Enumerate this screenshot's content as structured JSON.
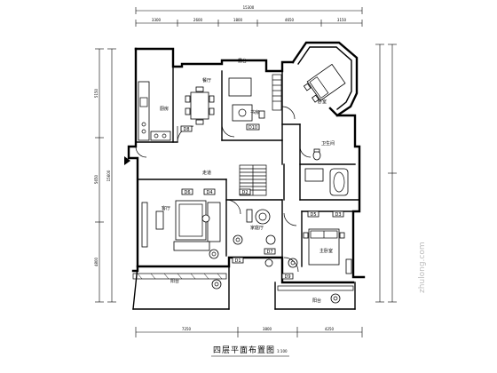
{
  "title": "四层平面布置图",
  "scale": "1:100",
  "watermark": "zhulong.com",
  "dimensions": {
    "top_total": "15300",
    "top_segments": [
      "3300",
      "2600",
      "1800",
      "4650",
      "3150"
    ],
    "bottom_segments": [
      "7250",
      "3800",
      "4250"
    ],
    "left_segments": [
      "5150",
      "5650",
      "4800"
    ],
    "left_total": "15600"
  },
  "rooms": [
    "厨房",
    "餐厅",
    "书房",
    "卧室",
    "卫生间",
    "客厅",
    "家庭厅",
    "主卧室",
    "阳台",
    "阳台",
    "走道",
    "露台"
  ],
  "tags": [
    "D6",
    "D4",
    "D8",
    "D2",
    "D1",
    "D7",
    "D5",
    "D3",
    "D9",
    "D10"
  ],
  "colors": {
    "line": "#000000",
    "paper": "#ffffff",
    "watermark": "#bdbdbd"
  }
}
